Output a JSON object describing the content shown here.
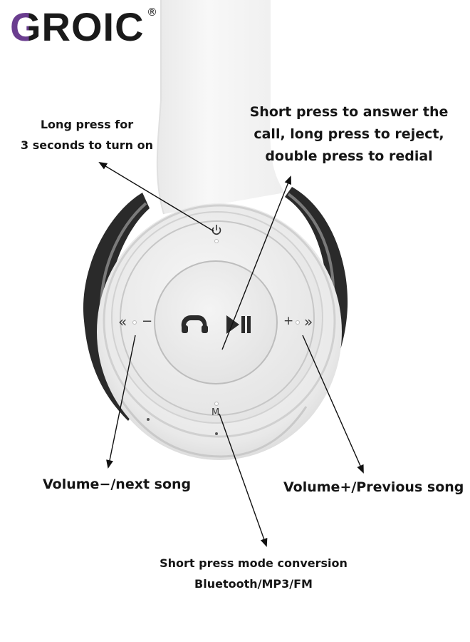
{
  "brand": {
    "name": "GROIC",
    "registered_mark": "®"
  },
  "callouts": {
    "power": {
      "lines": [
        "Long press for",
        "3 seconds to turn on"
      ]
    },
    "call": {
      "lines": [
        "Short press to answer the",
        "call, long press to reject,",
        "double press to redial"
      ]
    },
    "volume_minus": {
      "text": "Volume−/next song"
    },
    "volume_plus": {
      "text": "Volume+/Previous song"
    },
    "mode": {
      "lines": [
        "Short press mode conversion",
        "Bluetooth/MP3/FM"
      ]
    }
  },
  "controls": {
    "prev_glyph": "«",
    "minus_glyph": "−",
    "plus_glyph": "+",
    "next_glyph": "»",
    "mode_glyph": "M",
    "power_icon": "power-icon",
    "phone_icon": "phone-icon",
    "play_pause_icon": "play-pause-icon"
  },
  "colors": {
    "brand_purple": "#6a3d8f",
    "brand_green": "#4caf50",
    "headphone_white": "#f2f2f2",
    "headphone_shadow": "#2a2a2a"
  }
}
